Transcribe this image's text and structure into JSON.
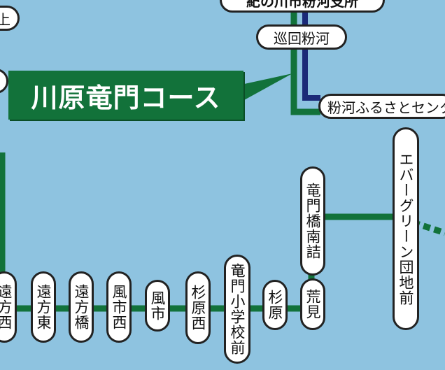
{
  "course_label": "川原竜門コース",
  "colors": {
    "background": "#8ec3e0",
    "route_green": "#12723a",
    "route_navy": "#1b2a78",
    "label_green": "#12723a"
  },
  "top_partial_label": "紀の川市粉河支所",
  "left_partial_label": "上",
  "stops": {
    "junkai_kokawa": "巡回粉河",
    "kokawa_furusato": "粉河ふるさとセンタ",
    "evergreen": "エバーグリーン団地前",
    "ryumonbashi_minamizume": "竜門橋南詰",
    "arami": "荒見",
    "sugihara": "杉原",
    "ryumon_shogakko": "竜門小学校前",
    "sugihara_nishi": "杉原西",
    "kazaichi": "風市",
    "kazaichi_nishi": "風市西",
    "tokatabashi": "遠方橋",
    "tokata_higashi": "遠方東",
    "tokata_nishi": "遠方西"
  }
}
